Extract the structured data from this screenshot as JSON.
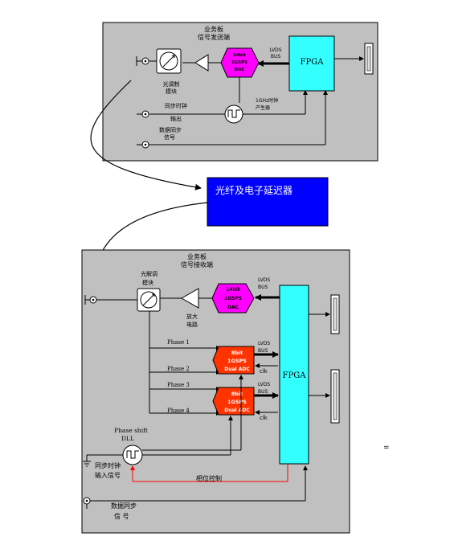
{
  "colors": {
    "panel": "#c0c0c0",
    "fpga": "#33ffff",
    "dac": "#ff00ff",
    "adc": "#ff3300",
    "fiber_box": "#0000ff",
    "line": "#000000",
    "phase_control": "#ff0000"
  },
  "top": {
    "title": "业务板",
    "subtitle": "信号发送端",
    "dac_line1": "14bit",
    "dac_line2": "1GSPS",
    "dac_line3": "DAC",
    "lvds_line1": "LVDS",
    "lvds_line2": "BUS",
    "fpga": "FPGA",
    "modulator_line1": "光调制",
    "modulator_line2": "模块",
    "clock_gen_line1": "1GHz时钟",
    "clock_gen_line2": "产生器",
    "sync_clock_line1": "同步时钟",
    "sync_clock_line2": "输出",
    "data_sync_line1": "数据同步",
    "data_sync_line2": "信号"
  },
  "middle": {
    "fiber_delay": "光纤及电子延迟器"
  },
  "bottom": {
    "title": "业务板",
    "subtitle": "信号接收端",
    "demod_line1": "光解调",
    "demod_line2": "模块",
    "dac_line1": "14bit",
    "dac_line2": "1GSPS",
    "dac_line3": "DAC",
    "amp_line1": "放大",
    "amp_line2": "电路",
    "lvds1_line1": "LVDS",
    "lvds1_line2": "BUS",
    "lvds2_line1": "LVDS",
    "lvds2_line2": "BUS",
    "lvds3_line1": "LVDS",
    "lvds3_line2": "BUS",
    "clk1": "clk",
    "clk2": "clk",
    "fpga": "FPGA",
    "phase1": "Phase 1",
    "phase2": "Phase 2",
    "phase3": "Phase 3",
    "phase4": "Phase 4",
    "adc1_line1": "8bit",
    "adc1_line2": "1GSPS",
    "adc1_line3": "Dual ADC",
    "adc2_line1": "8bit",
    "adc2_line2": "1GSPS",
    "adc2_line3": "Dual ADC",
    "phase_shift_line1": "Phase shift",
    "phase_shift_line2": "DLL",
    "sync_in_line1": "同步时钟",
    "sync_in_line2": "输入信号",
    "phase_control": "相位控制",
    "data_sync_line1": "数据同步",
    "data_sync_line2": "信 号"
  },
  "misc": {
    "equals_mark": "="
  },
  "icons": [
    "connector-icon",
    "modulator-icon",
    "amplifier-icon",
    "clock-icon",
    "ground-icon",
    "port-icon"
  ]
}
